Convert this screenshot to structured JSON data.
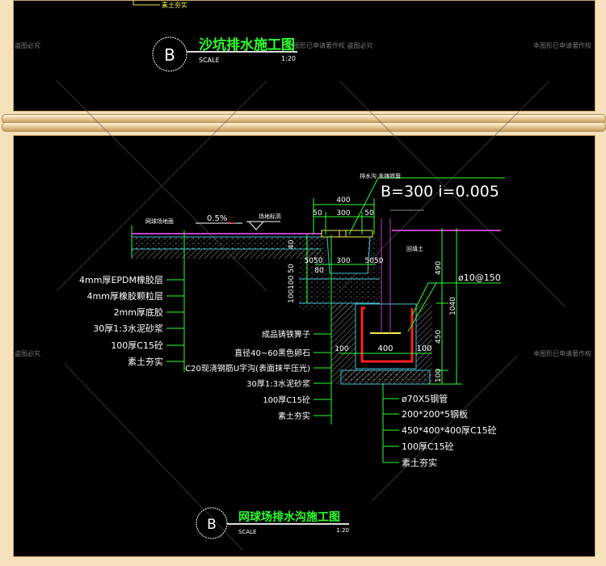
{
  "watermark": {
    "text_a": "本图形已申请著作权",
    "text_b": "盗图必究",
    "text_c": "本图形已申请著作权 盗图必究"
  },
  "top_drawing": {
    "leader_label": "素土夯实",
    "callout": "B",
    "title": "沙坑排水施工图",
    "scale_label": "SCALE",
    "scale_value": "1:20"
  },
  "bottom_drawing": {
    "surface_label": "网球场地面",
    "slope": "0.5%",
    "elevation_label": "场地标高",
    "drain_label": "排水沟  盖铸铁箅",
    "drain_spec": "B=300 i=0.005",
    "backfill_label": "回填土",
    "dims": {
      "top_total": "400",
      "top_left": "50",
      "top_mid": "300",
      "top_right": "50",
      "inner_left": "5050",
      "inner_mid": "300",
      "inner_right": "5050",
      "inner_small": "80",
      "left_vert_a": "40",
      "left_vert_b": "100100 50",
      "right_490": "490",
      "right_1040": "1040",
      "right_450": "450",
      "right_100": "100",
      "footing_left": "100",
      "footing_mid": "400",
      "footing_right": "100"
    },
    "rebar": "ø10@150",
    "left_layers": [
      "4mm厚EPDM橡胶层",
      "4mm厚橡胶颗粒层",
      "2mm厚底胶",
      "30厚1:3水泥砂浆",
      "100厚C15砼",
      "素土夯实"
    ],
    "middle_layers": [
      "成品铸铁箅子",
      "直径40~60黑色卵石",
      "C20现浇钢筋U字沟(表面抹平压光)",
      "30厚1:3水泥砂浆",
      "100厚C15砼",
      "素土夯实"
    ],
    "right_layers": [
      "ø70X5钢管",
      "200*200*5钢板",
      "450*400*400厚C15砼",
      "100厚C15砼",
      "素土夯实"
    ],
    "callout": "B",
    "title": "网球场排水沟施工图",
    "scale_label": "SCALE",
    "scale_value": "1:20"
  },
  "colors": {
    "background": "#000000",
    "frame": "#f5e2bd",
    "title": "#2cff2c",
    "dimension": "#2cff2c",
    "surface": "#c040c0",
    "layer": "#40c0d0",
    "rebar": "#ff2020",
    "grate": "#f2ee4a"
  }
}
